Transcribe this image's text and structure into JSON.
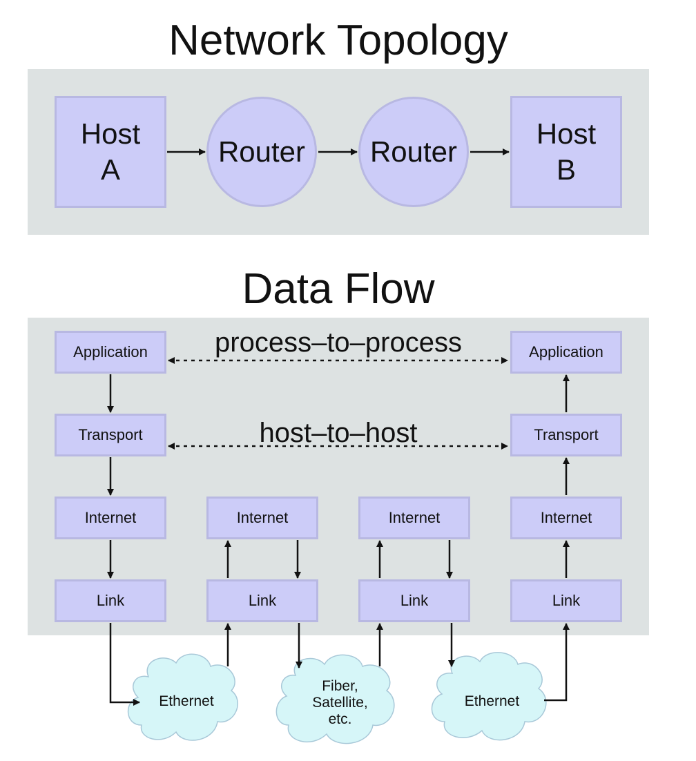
{
  "topology": {
    "title": "Network Topology",
    "nodes": [
      {
        "kind": "host",
        "line1": "Host",
        "line2": "A"
      },
      {
        "kind": "router",
        "label": "Router"
      },
      {
        "kind": "router",
        "label": "Router"
      },
      {
        "kind": "host",
        "line1": "Host",
        "line2": "B"
      }
    ]
  },
  "dataflow": {
    "title": "Data Flow",
    "process_label": "process–to–process",
    "host_label": "host–to–host",
    "stacks": [
      {
        "layers": [
          "Application",
          "Transport",
          "Internet",
          "Link"
        ]
      },
      {
        "layers": [
          "Internet",
          "Link"
        ]
      },
      {
        "layers": [
          "Internet",
          "Link"
        ]
      },
      {
        "layers": [
          "Application",
          "Transport",
          "Internet",
          "Link"
        ]
      }
    ],
    "networks": [
      {
        "lines": [
          "Ethernet"
        ]
      },
      {
        "lines": [
          "Fiber,",
          "Satellite,",
          "etc."
        ]
      },
      {
        "lines": [
          "Ethernet"
        ]
      }
    ]
  },
  "colors": {
    "box_fill": "#ccccf8",
    "box_border": "#b8b8e2",
    "panel": "#dde2e2",
    "cloud_fill": "#d6f6f8",
    "cloud_border": "#a8c8d8"
  }
}
